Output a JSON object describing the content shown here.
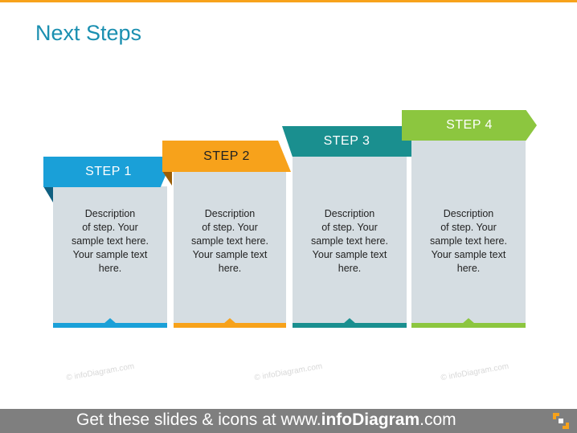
{
  "title": "Next Steps",
  "colors": {
    "accent_top": "#f7a21b",
    "title": "#1a8fb0",
    "step1": "#1aa0d8",
    "step2": "#f7a21b",
    "step3": "#1a8f8f",
    "step4": "#8cc63f",
    "card": "#d5dde2",
    "footer": "#7f7f7f"
  },
  "steps": [
    {
      "label": "STEP 1",
      "description": [
        "Description",
        "of step. Your",
        "sample text here.",
        "Your sample text",
        "here."
      ]
    },
    {
      "label": "STEP 2",
      "description": [
        "Description",
        "of step. Your",
        "sample text here.",
        "Your sample text",
        "here."
      ]
    },
    {
      "label": "STEP 3",
      "description": [
        "Description",
        "of step. Your",
        "sample text here.",
        "Your sample text",
        "here."
      ]
    },
    {
      "label": "STEP 4",
      "description": [
        "Description",
        "of step. Your",
        "sample text here.",
        "Your sample text",
        "here."
      ]
    }
  ],
  "watermarks": [
    "© infoDiagram.com",
    "© infoDiagram.com",
    "© infoDiagram.com"
  ],
  "footer": {
    "prefix": "Get these slides & icons at www.",
    "brand": "infoDiagram",
    "suffix": ".com",
    "icon": "infodiagram-logo-icon"
  }
}
